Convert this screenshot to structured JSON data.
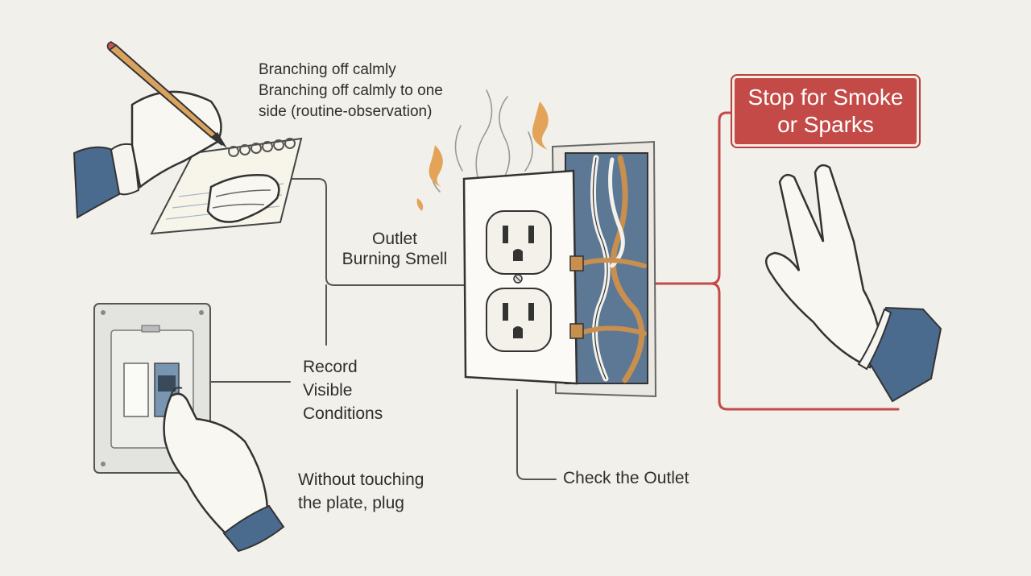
{
  "labels": {
    "notes": [
      "Branching off calmly",
      "Branching off calmly to one",
      "side (routine-observation)"
    ],
    "center": [
      "Outlet",
      "Burning Smell"
    ],
    "record": [
      "Record",
      "Visible",
      "Conditions"
    ],
    "without_touching": [
      "Without touching",
      "the plate, plug"
    ],
    "check": "Check the Outlet"
  },
  "stop_box": {
    "lines": [
      "Stop for Smoke",
      "or Sparks"
    ],
    "color": "#c44a47"
  },
  "icons": [
    "pencil-icon",
    "notepad-icon",
    "writing-hand-icon",
    "breaker-panel-icon",
    "pointing-hand-icon",
    "outlet-icon",
    "smoke-icon",
    "spark-icon",
    "wiring-box-icon",
    "stop-hand-icon"
  ],
  "colors": {
    "background": "#f1f0ea",
    "connector": "#555555",
    "alert_connector": "#c44a47",
    "sleeve": "#4a6a8e",
    "flame": "#e3a45a"
  }
}
